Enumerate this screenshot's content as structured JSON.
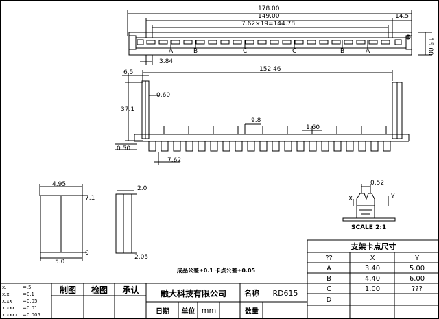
{
  "dimensions": {
    "overall_length": "178.00",
    "hole_pitch": "149.00",
    "right_offset": "14.5",
    "pin_pitch_total": "7.62×19=144.78",
    "height_right": "15.00",
    "left_offset": "3.84",
    "pin_span": "152.46",
    "end_width": "6.5",
    "end_thickness": "0.60",
    "post_height": "37.1",
    "clip_size": "9.8",
    "clip_width": "1.60",
    "base_offset": "0.50",
    "pin_pitch": "7.62",
    "side_width": "4.95",
    "side_height": "7.1",
    "side_bottom": "5.0",
    "side_zero": "0",
    "profile_top": "2.0",
    "profile_bottom": "2.05",
    "detail_width": "0.52",
    "detail_x_label": "X",
    "detail_y_label": "Y",
    "scale": "SCALE 2:1"
  },
  "position_labels": [
    "A",
    "B",
    "C",
    "C",
    "B",
    "A"
  ],
  "tolerance_note": "成品公差±0.1  卡点公差±0.05",
  "tolerance_table": [
    {
      "key": "x.",
      "value": "=.5"
    },
    {
      "key": "x.x",
      "value": "=0.1"
    },
    {
      "key": "x.xx",
      "value": "=0.05"
    },
    {
      "key": "x.xxx",
      "value": "=0.01"
    },
    {
      "key": "x.xxxx",
      "value": "=0.005"
    }
  ],
  "title_block": {
    "drawn_label": "制图",
    "checked_label": "检图",
    "approved_label": "承认",
    "company": "融大科技有限公司",
    "name_label": "名称",
    "part_name": "RD615",
    "date_label": "日期",
    "unit_label": "单位",
    "unit_value": "mm",
    "quantity_label": "数量"
  },
  "bracket_table": {
    "title": "支架卡点尺寸",
    "headers": [
      "??",
      "X",
      "Y"
    ],
    "rows": [
      {
        "label": "A",
        "x": "3.40",
        "y": "5.00"
      },
      {
        "label": "B",
        "x": "4.40",
        "y": "6.00"
      },
      {
        "label": "C",
        "x": "1.00",
        "y": "???"
      },
      {
        "label": "D",
        "x": "",
        "y": ""
      }
    ]
  }
}
